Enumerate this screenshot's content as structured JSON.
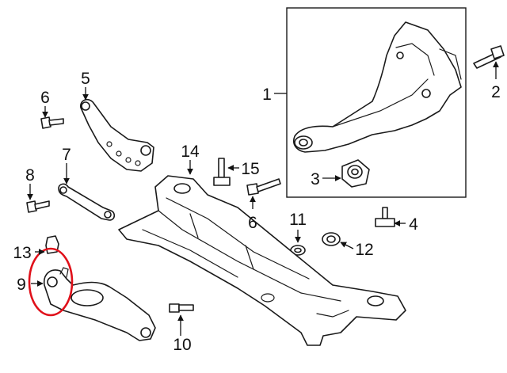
{
  "highlight_color": "#e0101a",
  "callouts": {
    "c1": "1",
    "c2": "2",
    "c3": "3",
    "c4": "4",
    "c5": "5",
    "c6a": "6",
    "c6b": "6",
    "c7": "7",
    "c8": "8",
    "c9": "9",
    "c10": "10",
    "c11": "11",
    "c12": "12",
    "c13": "13",
    "c14": "14",
    "c15": "15"
  }
}
